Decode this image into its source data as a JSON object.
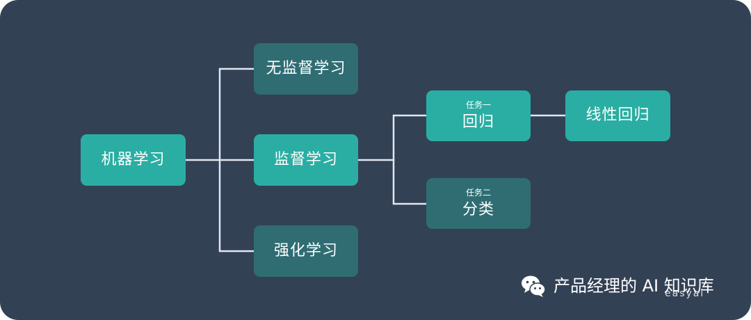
{
  "diagram": {
    "type": "tree",
    "colors": {
      "background": "#334155",
      "node_bright": "#2aaea3",
      "node_dark": "#2f6d73",
      "connector": "#e2e8f0",
      "text": "#ffffff"
    },
    "nodes": {
      "root": {
        "label": "机器学习"
      },
      "unsupervised": {
        "label": "无监督学习"
      },
      "supervised": {
        "label": "监督学习"
      },
      "reinforcement": {
        "label": "强化学习"
      },
      "regression": {
        "tag": "任务一",
        "label": "回归"
      },
      "classification": {
        "tag": "任务二",
        "label": "分类"
      },
      "linear_regression": {
        "label": "线性回归"
      }
    }
  },
  "watermark": {
    "icon": "wechat-icon",
    "text": "产品经理的 AI 知识库",
    "sub": "easyai"
  }
}
